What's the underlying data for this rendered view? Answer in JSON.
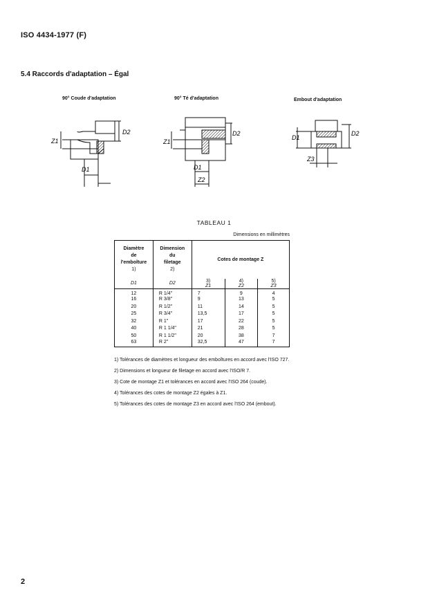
{
  "header": {
    "doc_id": "ISO 4434-1977 (F)"
  },
  "section": {
    "title": "5.4  Raccords d'adaptation – Égal"
  },
  "figures": [
    {
      "title": "90° Coude d'adaptation",
      "labels": [
        "Z1",
        "D2",
        "D1"
      ]
    },
    {
      "title": "90° Té d'adaptation",
      "labels": [
        "Z1",
        "D2",
        "D1",
        "Z2"
      ]
    },
    {
      "title": "Embout d'adaptation",
      "labels": [
        "D1",
        "D2",
        "Z3"
      ]
    }
  ],
  "table": {
    "title": "TABLEAU 1",
    "units": "Dimensions en millimètres",
    "col1_header": [
      "Diamètre",
      "de",
      "l'emboîture",
      "1)"
    ],
    "col1_symbol": "D1",
    "col2_header": [
      "Dimension",
      "du",
      "filetage",
      "2)"
    ],
    "col2_symbol": "D2",
    "group_header": "Cotes de montage Z",
    "z_notes": [
      "3)",
      "4)",
      "5)"
    ],
    "z_symbols": [
      "Z1",
      "Z2",
      "Z3"
    ],
    "rows": [
      [
        "12",
        "R 1/4\"",
        "7",
        "9",
        "4"
      ],
      [
        "16",
        "R 3/8\"",
        "9",
        "13",
        "5"
      ],
      [
        "20",
        "R 1/2\"",
        "11",
        "14",
        "5"
      ],
      [
        "25",
        "R 3/4\"",
        "13,5",
        "17",
        "5"
      ],
      [
        "32",
        "R 1\"",
        "17",
        "22",
        "5"
      ],
      [
        "40",
        "R 1 1/4\"",
        "21",
        "28",
        "5"
      ],
      [
        "50",
        "R 1 1/2\"",
        "20",
        "38",
        "7"
      ],
      [
        "63",
        "R 2\"",
        "32,5",
        "47",
        "7"
      ]
    ]
  },
  "notes": [
    "1)  Tolérances de diamètres et longueur des emboîtures en accord avec l'ISO 727.",
    "2)  Dimensions et longueur de filetage en accord avec l'ISO/R 7.",
    "3)  Cote de montage Z1 et tolérances en accord avec l'ISO 264 (coude).",
    "4)  Tolérances des cotes de montage Z2 égales à Z1.",
    "5)  Tolérances des cotes de montage Z3 en accord avec l'ISO 264 (embout)."
  ],
  "footer": {
    "page_number": "2"
  }
}
